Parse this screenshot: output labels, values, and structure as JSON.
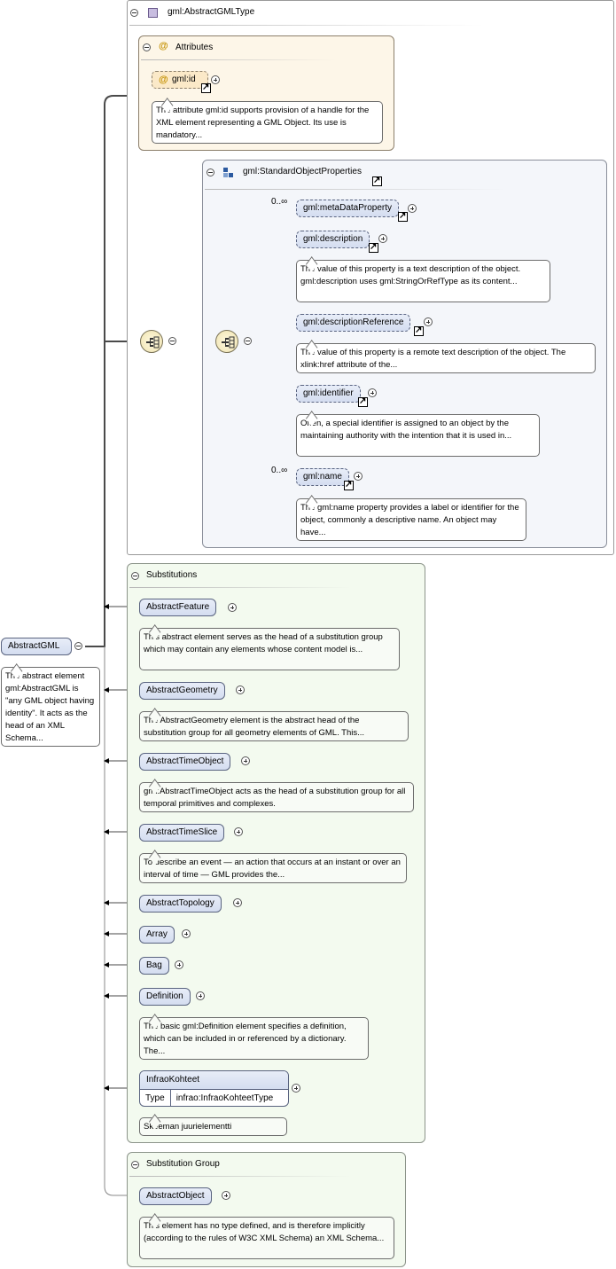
{
  "complex_type": {
    "name": "gml:AbstractGMLType"
  },
  "attributes": {
    "title": "Attributes",
    "items": [
      {
        "name": "gml:id",
        "description": "The attribute gml:id supports provision of a handle for the XML element representing a GML Object. Its use is mandatory..."
      }
    ]
  },
  "group": {
    "name": "gml:StandardObjectProperties",
    "elements": [
      {
        "name": "gml:metaDataProperty",
        "cardinality": "0..∞",
        "description": ""
      },
      {
        "name": "gml:description",
        "cardinality": "",
        "description": "The value of this property is a text description of the object. gml:description uses gml:StringOrRefType as its content..."
      },
      {
        "name": "gml:descriptionReference",
        "cardinality": "",
        "description": "The value of this property is a remote text description of the object. The xlink:href attribute of the..."
      },
      {
        "name": "gml:identifier",
        "cardinality": "",
        "description": "Often, a special identifier is assigned to an object by the maintaining authority with the intention that it is used in..."
      },
      {
        "name": "gml:name",
        "cardinality": "0..∞",
        "description": "The gml:name property provides a label or identifier for the object, commonly a descriptive name. An object may have..."
      }
    ]
  },
  "root": {
    "name": "AbstractGML",
    "description": "The abstract element gml:AbstractGML is \"any GML object having identity\". It acts as the head of an XML Schema..."
  },
  "substitutions": {
    "title": "Substitutions",
    "items": [
      {
        "name": "AbstractFeature",
        "description": "This abstract element serves as the head of a substitution group which may contain any elements whose content model is..."
      },
      {
        "name": "AbstractGeometry",
        "description": "The AbstractGeometry element is the abstract head of the substitution group for all geometry elements of GML. This..."
      },
      {
        "name": "AbstractTimeObject",
        "description": "gml:AbstractTimeObject acts as the head of a substitution group for all temporal primitives and complexes."
      },
      {
        "name": "AbstractTimeSlice",
        "description": "To describe an event — an action that occurs at an instant or over an interval of time — GML provides the..."
      },
      {
        "name": "AbstractTopology",
        "description": ""
      },
      {
        "name": "Array",
        "description": ""
      },
      {
        "name": "Bag",
        "description": ""
      },
      {
        "name": "Definition",
        "description": "The basic gml:Definition element specifies a definition, which can be included in or referenced by a dictionary. The..."
      },
      {
        "name": "InfraoKohteet",
        "type_label": "Type",
        "type_value": "infrao:InfraoKohteetType",
        "description": "Skeeman juurielementti"
      }
    ]
  },
  "substitution_group": {
    "title": "Substitution Group",
    "items": [
      {
        "name": "AbstractObject",
        "description": "This element has no type defined, and is therefore implicitly (according to the rules of W3C XML Schema) an XML Schema..."
      }
    ]
  }
}
